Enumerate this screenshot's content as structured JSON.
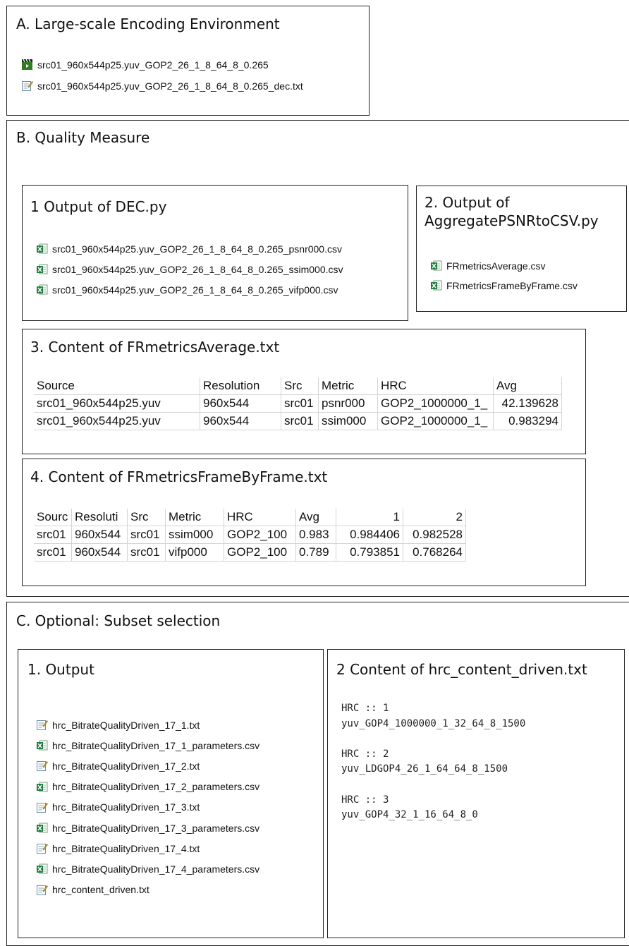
{
  "sectionA": {
    "title": "A. Large-scale Encoding Environment",
    "files": [
      {
        "name": "src01_960x544p25.yuv_GOP2_26_1_8_64_8_0.265",
        "icon": "video-file-icon"
      },
      {
        "name": "src01_960x544p25.yuv_GOP2_26_1_8_64_8_0.265_dec.txt",
        "icon": "text-file-icon"
      }
    ]
  },
  "sectionB": {
    "title": "B. Quality Measure",
    "dec": {
      "title": "1 Output of DEC.py",
      "files": [
        "src01_960x544p25.yuv_GOP2_26_1_8_64_8_0.265_psnr000.csv",
        "src01_960x544p25.yuv_GOP2_26_1_8_64_8_0.265_ssim000.csv",
        "src01_960x544p25.yuv_GOP2_26_1_8_64_8_0.265_vifp000.csv"
      ]
    },
    "agg": {
      "title_line1": "2. Output of",
      "title_line2": "AggregatePSNRtoCSV.py",
      "files": [
        "FRmetricsAverage.csv",
        "FRmetricsFrameByFrame.csv"
      ]
    },
    "avg": {
      "title": "3. Content of FRmetricsAverage.txt",
      "header": [
        "Source",
        "Resolution",
        "Src",
        "Metric",
        "HRC",
        "Avg"
      ],
      "rows": [
        [
          "src01_960x544p25.yuv",
          "960x544",
          "src01",
          "psnr000",
          "GOP2_1000000_1_",
          "42.139628"
        ],
        [
          "src01_960x544p25.yuv",
          "960x544",
          "src01",
          "ssim000",
          "GOP2_1000000_1_",
          "0.983294"
        ]
      ]
    },
    "fbf": {
      "title": "4. Content of FRmetricsFrameByFrame.txt",
      "header": [
        "Sourc",
        "Resoluti",
        "Src",
        "Metric",
        "HRC",
        "Avg",
        "1",
        "2"
      ],
      "rows": [
        [
          "src01",
          "960x544",
          "src01",
          "ssim000",
          "GOP2_100",
          "0.983",
          "0.984406",
          "0.982528"
        ],
        [
          "src01",
          "960x544",
          "src01",
          "vifp000",
          "GOP2_100",
          "0.789",
          "0.793851",
          "0.768264"
        ]
      ]
    }
  },
  "sectionC": {
    "title": "C. Optional: Subset selection",
    "output": {
      "title": "1. Output",
      "files": [
        {
          "name": "hrc_BitrateQualityDriven_17_1.txt",
          "icon": "text-file-icon"
        },
        {
          "name": "hrc_BitrateQualityDriven_17_1_parameters.csv",
          "icon": "excel-file-icon"
        },
        {
          "name": "hrc_BitrateQualityDriven_17_2.txt",
          "icon": "text-file-icon"
        },
        {
          "name": "hrc_BitrateQualityDriven_17_2_parameters.csv",
          "icon": "excel-file-icon"
        },
        {
          "name": "hrc_BitrateQualityDriven_17_3.txt",
          "icon": "text-file-icon"
        },
        {
          "name": "hrc_BitrateQualityDriven_17_3_parameters.csv",
          "icon": "excel-file-icon"
        },
        {
          "name": "hrc_BitrateQualityDriven_17_4.txt",
          "icon": "text-file-icon"
        },
        {
          "name": "hrc_BitrateQualityDriven_17_4_parameters.csv",
          "icon": "excel-file-icon"
        },
        {
          "name": "hrc_content_driven.txt",
          "icon": "text-file-icon"
        }
      ]
    },
    "content": {
      "title": "2 Content of hrc_content_driven.txt",
      "lines": [
        "HRC :: 1",
        "yuv_GOP4_1000000_1_32_64_8_1500",
        "",
        "HRC :: 2",
        "yuv_LDGOP4_26_1_64_64_8_1500",
        "",
        "HRC :: 3",
        "yuv_GOP4_32_1_16_64_8_0"
      ]
    }
  }
}
